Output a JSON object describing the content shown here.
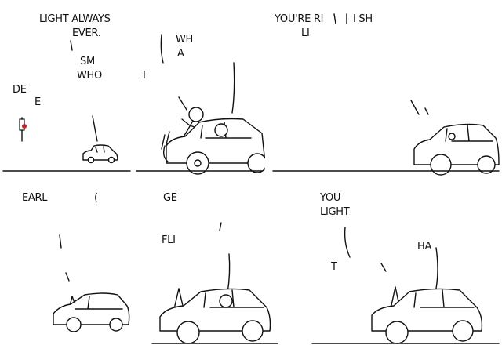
{
  "panels": [
    {
      "texts": [
        "LIGHT ALWAYS",
        "EVER.",
        "SM",
        "WHO",
        "DE",
        "E"
      ],
      "ground": true
    },
    {
      "texts": [
        "WH",
        "A",
        "I"
      ],
      "ground": true
    },
    {
      "texts": [
        "YOU'RE RI",
        "I SH",
        "LI"
      ],
      "ground": true
    },
    {
      "texts": [
        "EARL",
        "("
      ],
      "ground": false
    },
    {
      "texts": [
        "GE",
        "FLI"
      ],
      "ground": true
    },
    {
      "texts": [
        "YOU",
        "LIGHT",
        "HA",
        "T"
      ],
      "ground": true
    }
  ],
  "colors": {
    "ink": "#111111",
    "traffic_light_red": "#c0202a",
    "paper": "#ffffff"
  }
}
